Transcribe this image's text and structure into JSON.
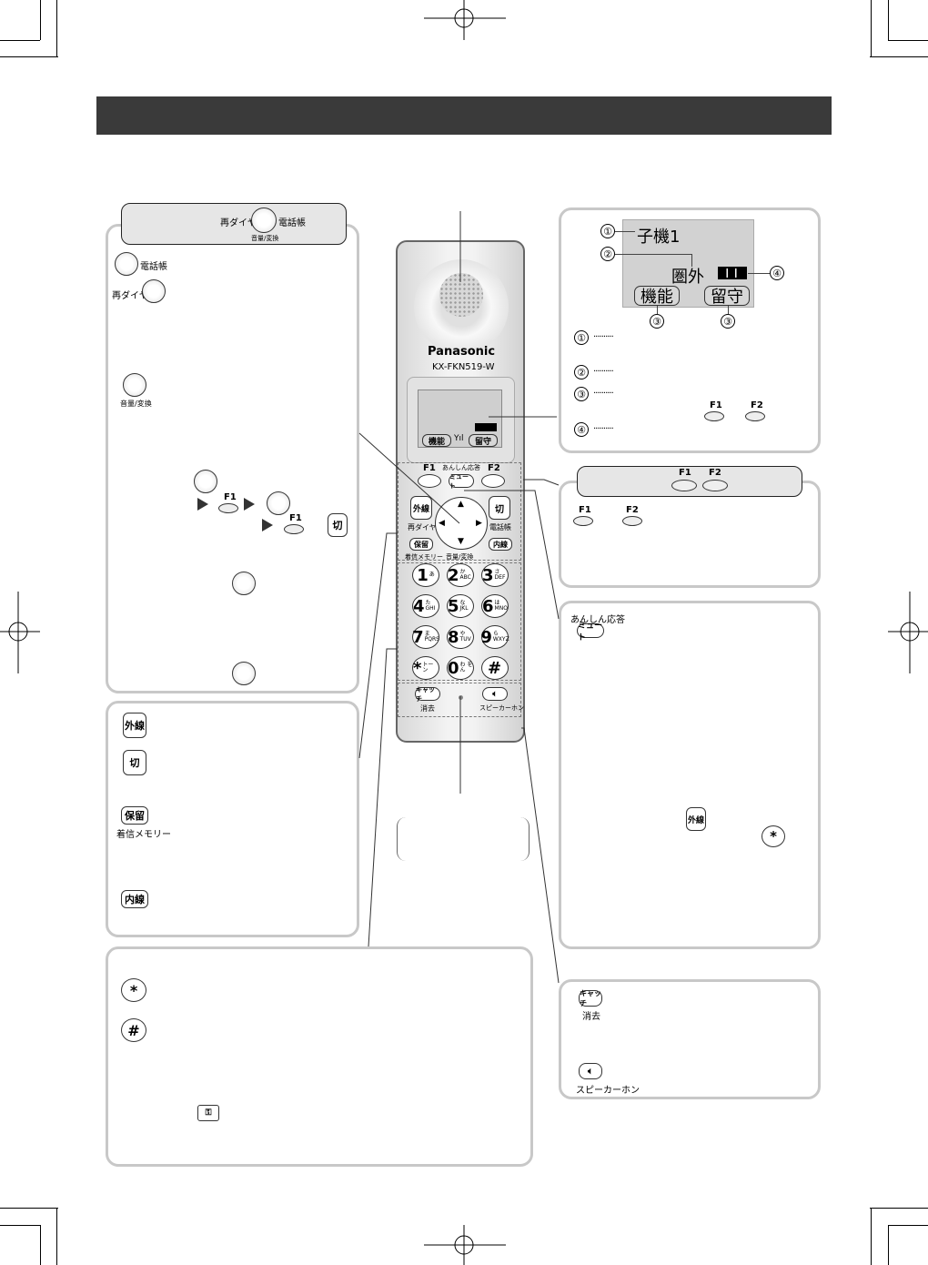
{
  "keys": {
    "redial": "再ダイヤル",
    "phonebook": "電話帳",
    "volume_convert": "音量/変換",
    "f1": "F1",
    "f2": "F2",
    "off": "切",
    "outside_line": "外線",
    "hold": "保留",
    "incoming_memory": "着信メモリー",
    "intercom": "内線",
    "anshin": "あんしん応答",
    "mute": "ミュート",
    "catch": "キャッチ",
    "erase": "消去",
    "speakerphone": "スピーカーホン"
  },
  "phone": {
    "brand": "Panasonic",
    "model": "KX-FKN519-W",
    "screen_func": "機能",
    "screen_msg": "留守",
    "keypad": [
      {
        "num": "1",
        "sub": "あ"
      },
      {
        "num": "2",
        "sub": "か ABC"
      },
      {
        "num": "3",
        "sub": "さ DEF"
      },
      {
        "num": "4",
        "sub": "た GHI"
      },
      {
        "num": "5",
        "sub": "な JKL"
      },
      {
        "num": "6",
        "sub": "は MNO"
      },
      {
        "num": "7",
        "sub": "ま PQRS"
      },
      {
        "num": "8",
        "sub": "や TUV"
      },
      {
        "num": "9",
        "sub": "ら WXYZ"
      },
      {
        "num": "*",
        "sub": "トーン"
      },
      {
        "num": "0",
        "sub": "わ をん"
      },
      {
        "num": "#",
        "sub": ""
      }
    ]
  },
  "display": {
    "handset_name": "子機1",
    "out_of_range": "圏外",
    "func_label": "機能",
    "msg_label": "留守",
    "markers": [
      "①",
      "②",
      "③",
      "③",
      "④"
    ],
    "legend": [
      "①",
      "②",
      "③",
      "④"
    ],
    "legend_dots": "··········"
  }
}
